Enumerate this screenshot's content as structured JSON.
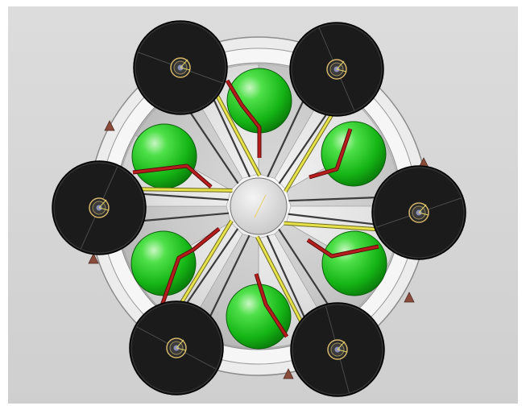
{
  "scene": {
    "view": "top-view",
    "subject": "cad-model",
    "thruster_count": 6,
    "tank_count": 6,
    "colors": {
      "background": "#d6d6d6",
      "outer_ring": "#f1f1f1",
      "inner_disk": "#cfcfcf",
      "thruster": "#1b1b1b",
      "tank": "#22c322",
      "red_line": "#b71d1d",
      "yellow_strut": "#e8e24a",
      "hub": "#e2e2e2",
      "bracket": "#8a4b3a"
    }
  }
}
